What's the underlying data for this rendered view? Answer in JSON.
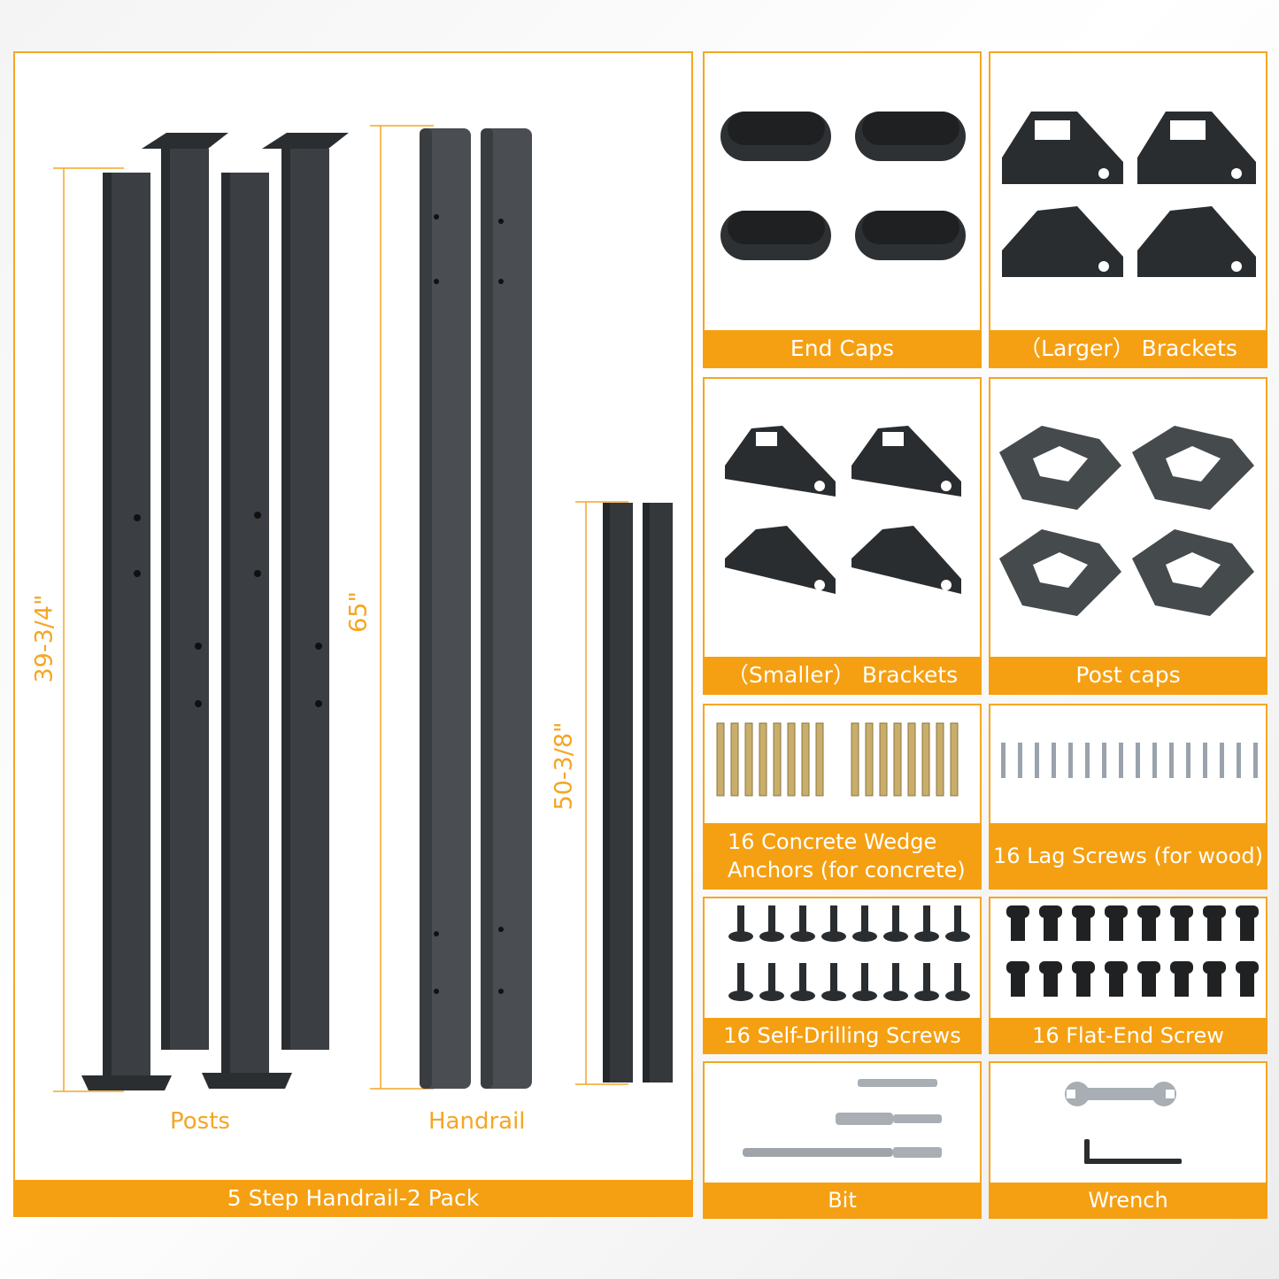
{
  "main_kit": {
    "label": "5 Step Handrail-2 Pack",
    "posts_label": "Posts",
    "handrail_label": "Handrail",
    "dim_posts": "39-3/4\"",
    "dim_handrail": "65\"",
    "dim_short": "50-3/8\""
  },
  "parts": {
    "end_caps": "End Caps",
    "larger_brackets": "（Larger） Brackets",
    "smaller_brackets": "（Smaller） Brackets",
    "post_caps": "Post caps",
    "wedge_anchors_line1": "16 Concrete Wedge",
    "wedge_anchors_line2": "Anchors (for concrete)",
    "lag_screws": "16 Lag Screws (for wood)",
    "self_drilling": "16 Self-Drilling Screws",
    "flat_end": "16 Flat-End Screw",
    "bit": "Bit",
    "wrench": "Wrench"
  },
  "colors": {
    "accent": "#f5a012",
    "metal": "#3a3d40"
  }
}
